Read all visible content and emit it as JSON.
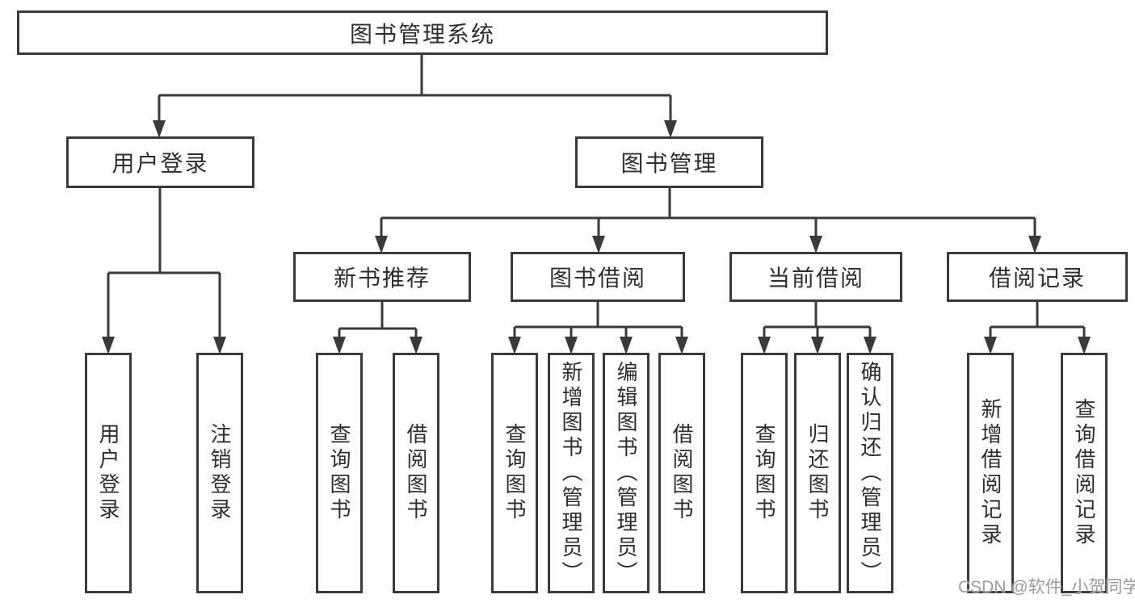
{
  "colors": {
    "line": "#3a3a3a",
    "box_border": "#3a3a3a",
    "text": "#2e2e2e",
    "watermark": "#9b9b9b",
    "background": "#ffffff"
  },
  "watermark": {
    "text": "CSDN @软件_小贺同学"
  },
  "diagram": {
    "type": "hierarchy-tree",
    "root": {
      "label": "图书管理系统",
      "children": [
        {
          "label": "用户登录",
          "children": [
            {
              "label": "用户登录"
            },
            {
              "label": "注销登录"
            }
          ]
        },
        {
          "label": "图书管理",
          "children": [
            {
              "label": "新书推荐",
              "children": [
                {
                  "label": "查询图书"
                },
                {
                  "label": "借阅图书"
                }
              ]
            },
            {
              "label": "图书借阅",
              "children": [
                {
                  "label": "查询图书"
                },
                {
                  "label": "新增图书（管理员）"
                },
                {
                  "label": "编辑图书（管理员）"
                },
                {
                  "label": "借阅图书"
                }
              ]
            },
            {
              "label": "当前借阅",
              "children": [
                {
                  "label": "查询图书"
                },
                {
                  "label": "归还图书"
                },
                {
                  "label": "确认归还（管理员）"
                }
              ]
            },
            {
              "label": "借阅记录",
              "children": [
                {
                  "label": "新增借阅记录"
                },
                {
                  "label": "查询借阅记录"
                }
              ]
            }
          ]
        }
      ]
    }
  }
}
